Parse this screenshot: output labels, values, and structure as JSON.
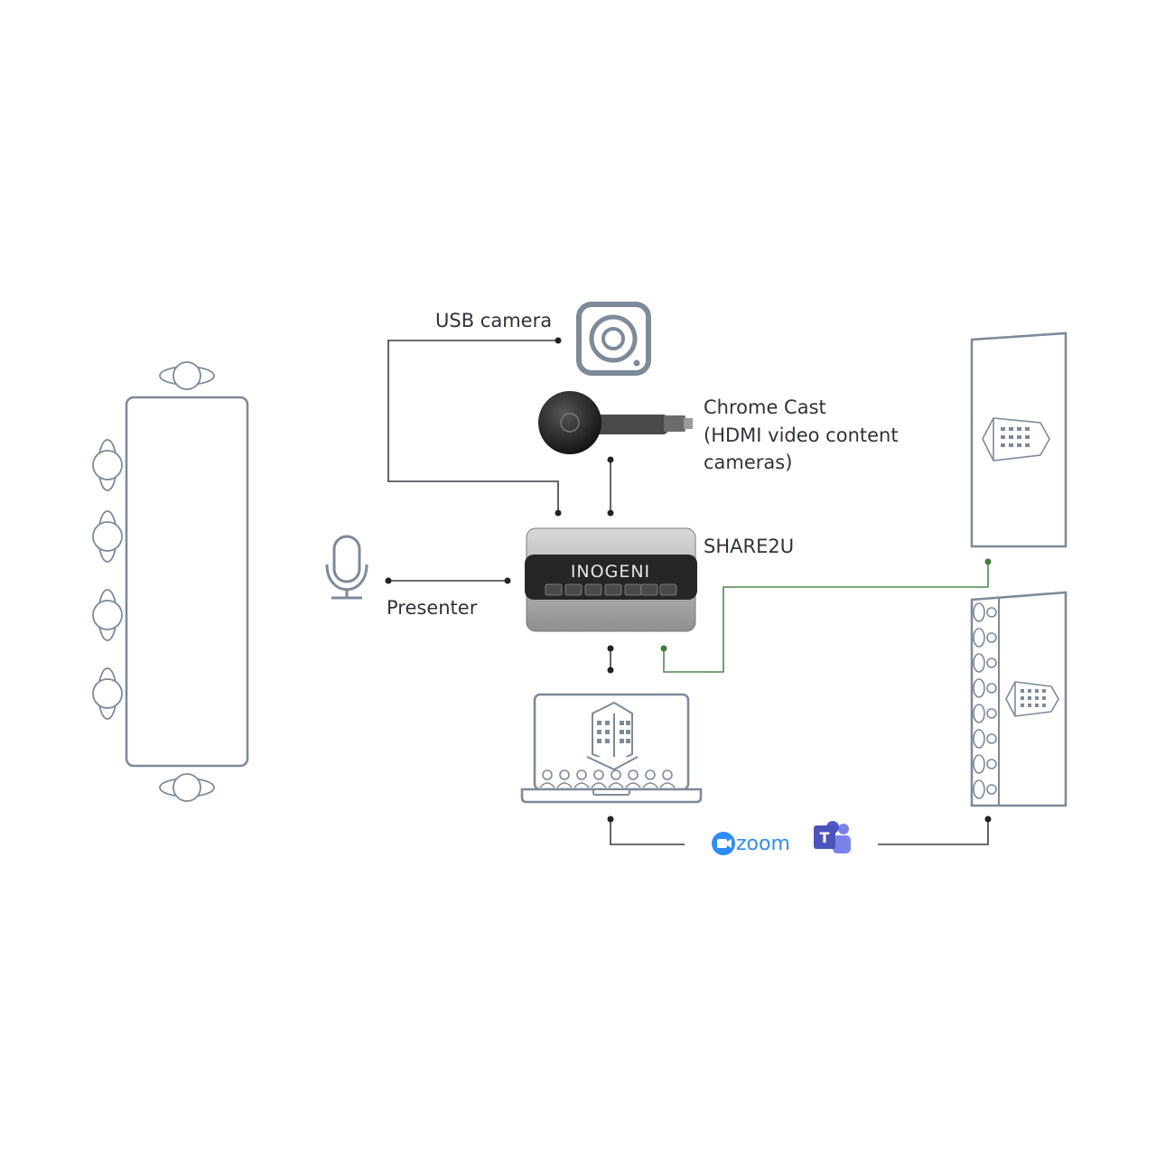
{
  "labels": {
    "usb_camera": "USB camera",
    "chrome_cast_line1": "Chrome Cast",
    "chrome_cast_line2": "(HDMI video content",
    "chrome_cast_line3": "cameras)",
    "share2u": "SHARE2U",
    "presenter": "Presenter",
    "brand": "INOGENI",
    "zoom": "zoom"
  },
  "colors": {
    "outline": "#7d8a98",
    "wire": "#3a3d42",
    "wire_highlight": "#4f8a4f",
    "zoom_blue": "#2d8cff",
    "teams_purple": "#5059c9",
    "inogeni_orange": "#e5572e"
  },
  "icons": [
    "conference-table-icon",
    "camera-icon",
    "chromecast-icon",
    "microphone-icon",
    "inogeni-device-icon",
    "display-icon",
    "laptop-icon",
    "zoom-logo",
    "teams-logo"
  ]
}
